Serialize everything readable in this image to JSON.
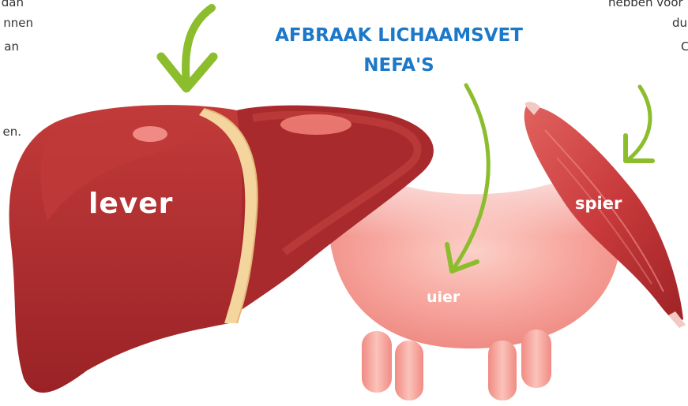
{
  "title": {
    "line1": "AFBRAAK LICHAAMSVET",
    "line2": "NEFA'S"
  },
  "labels": {
    "liver": "lever",
    "udder": "uier",
    "muscle": "spier"
  },
  "background_text": {
    "left": [
      "otie dan",
      "nnen",
      "an",
      "en."
    ],
    "right": [
      "hebben voor",
      "du",
      "C"
    ]
  },
  "colors": {
    "title": "#1c78c9",
    "arrow": "#8cbd2c",
    "liver": "#a8282a",
    "liver_band": "#f4d59e",
    "udder": "#f7a6a0",
    "muscle": "#c93a3c",
    "label_text": "#ffffff"
  },
  "icons": [
    "arrow-down-icon",
    "curved-arrow-icon"
  ]
}
